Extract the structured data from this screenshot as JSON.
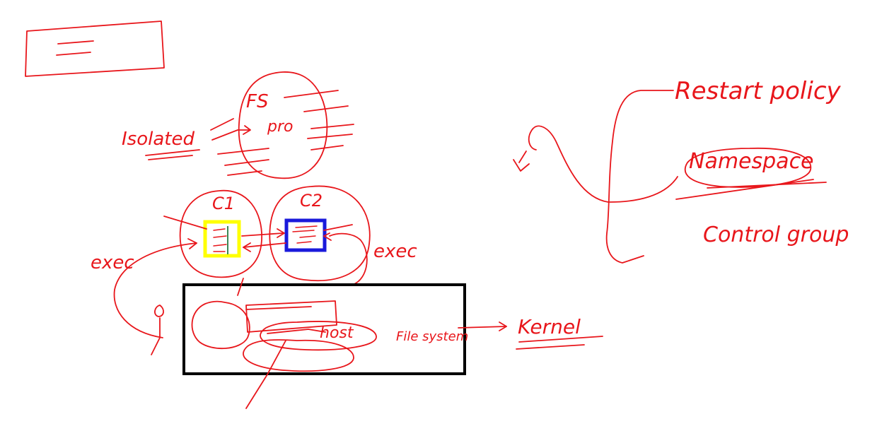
{
  "labels": {
    "fs": "FS",
    "pro": "pro",
    "isolated": "Isolated",
    "c1": "C1",
    "c2": "C2",
    "exec_left": "exec",
    "exec_right": "exec",
    "host": "host",
    "file_system": "File system",
    "kernel": "Kernel",
    "restart_policy": "Restart policy",
    "namespace": "Namespace",
    "control_group": "Control group"
  },
  "colors": {
    "ink": "#e8161b",
    "container1_box": "#ffff00",
    "container2_box": "#1a1adb",
    "host_box": "#000000"
  }
}
